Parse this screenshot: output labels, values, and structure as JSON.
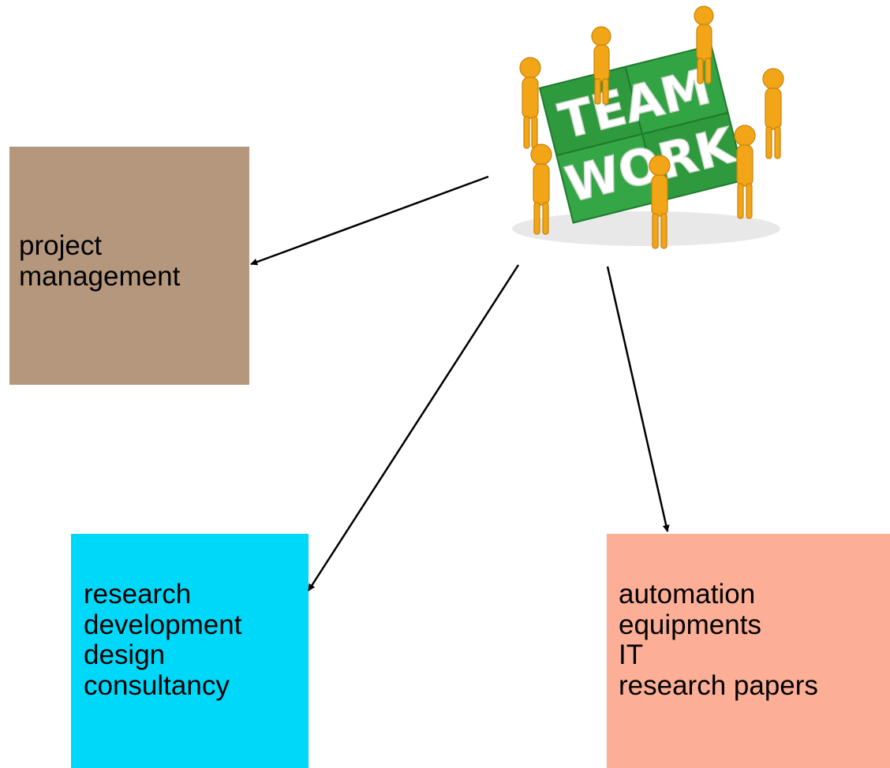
{
  "colors": {
    "project_management_box": "#b5977e",
    "research_box": "#00d8fa",
    "automation_box": "#fcaf96",
    "arrow": "#000000",
    "puzzle_green": "#2e9a3d",
    "figure_orange": "#f2a516"
  },
  "image": {
    "icon": "teamwork-puzzle-icon",
    "logo_text": [
      "TEAM",
      "WORK"
    ]
  },
  "nodes": {
    "project_management": {
      "lines": [
        "project",
        "management"
      ]
    },
    "research": {
      "lines": [
        "research",
        "development",
        "design",
        "consultancy"
      ]
    },
    "automation": {
      "lines": [
        "automation",
        "equipments",
        "IT",
        "research papers"
      ]
    }
  }
}
